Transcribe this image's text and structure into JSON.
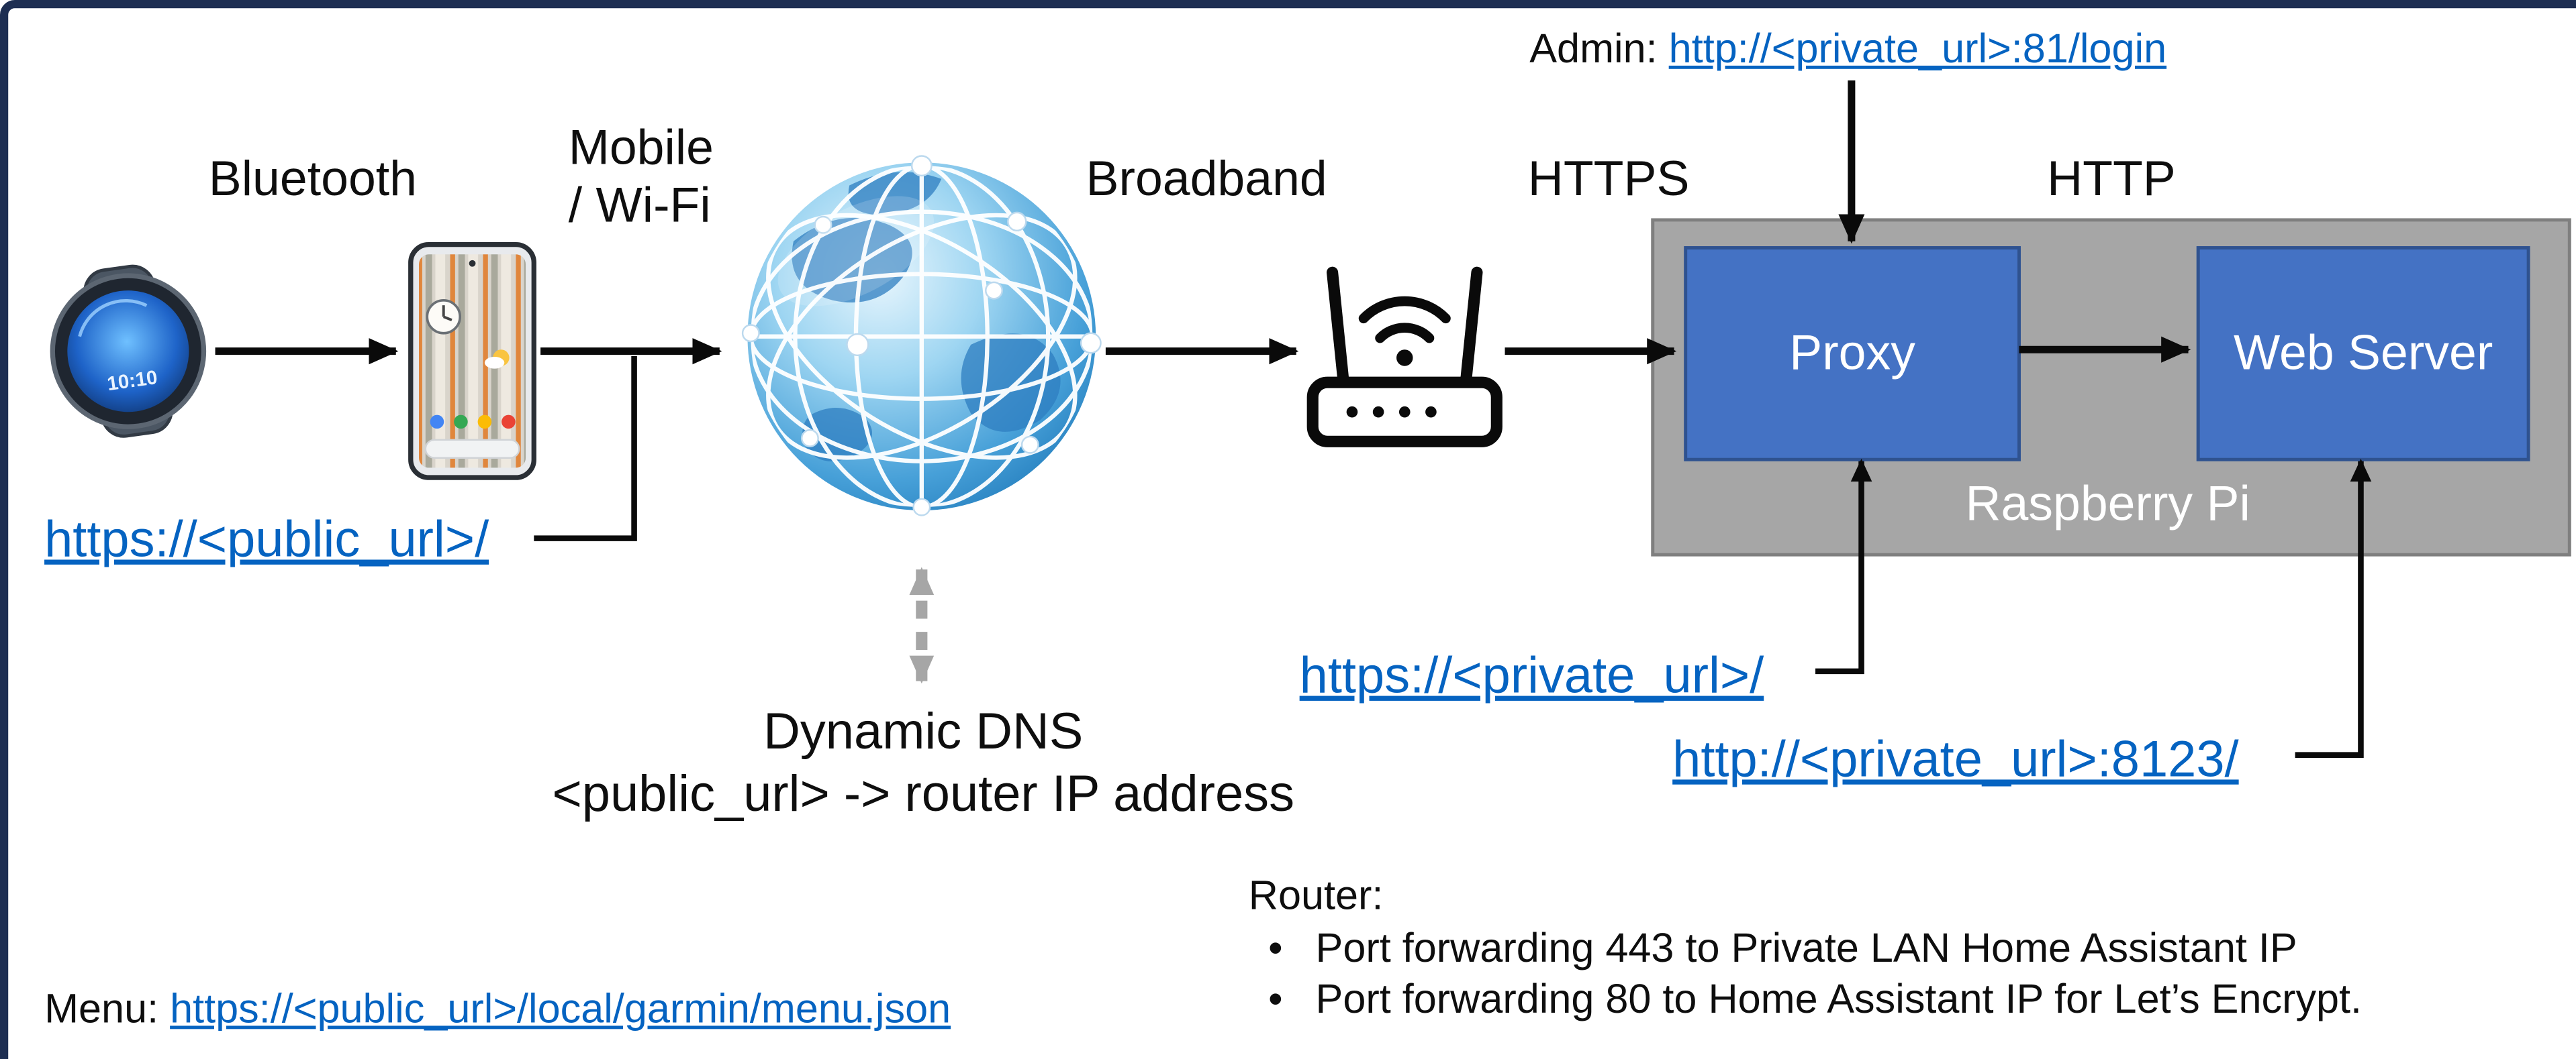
{
  "diagram": {
    "connection_labels": {
      "bluetooth": "Bluetooth",
      "mobile_line1": "Mobile",
      "mobile_line2": "/ Wi-Fi",
      "broadband": "Broadband",
      "https": "HTTPS",
      "http": "HTTP"
    },
    "admin": {
      "prefix": "Admin: ",
      "url": "http://<private_url>:81/login"
    },
    "urls": {
      "public": "https://<public_url>/",
      "private": "https://<private_url>/",
      "private_8123": "http://<private_url>:8123/"
    },
    "dns": {
      "title": "Dynamic DNS",
      "mapping": "<public_url> -> router IP address"
    },
    "nodes": {
      "proxy": "Proxy",
      "web_server": "Web Server",
      "raspberry_pi": "Raspberry Pi"
    },
    "watch": {
      "time": "10:10"
    },
    "router_notes": {
      "title": "Router:",
      "bullets": [
        "Port forwarding 443 to Private LAN Home Assistant IP",
        "Port forwarding 80 to Home Assistant IP for Let’s Encrypt."
      ]
    },
    "menu": {
      "prefix": "Menu: ",
      "url": "https://<public_url>/local/garmin/menu.json"
    },
    "colors": {
      "node_fill": "#4472C4",
      "node_border": "#2F528F",
      "group_fill": "#A6A6A6",
      "link": "#0563C1",
      "frame": "#1D2E52",
      "dashed_arrow": "#A6A6A6"
    }
  }
}
